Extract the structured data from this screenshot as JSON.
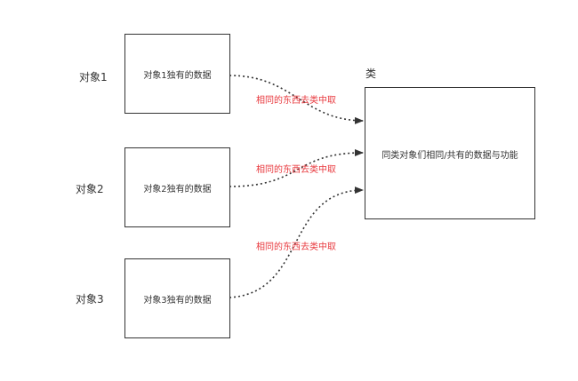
{
  "objects": [
    {
      "label": "对象1",
      "box_text": "对象1独有的数据"
    },
    {
      "label": "对象2",
      "box_text": "对象2独有的数据"
    },
    {
      "label": "对象3",
      "box_text": "对象3独有的数据"
    }
  ],
  "class_box": {
    "title": "类",
    "text": "同类对象们相同/共有的数据与功能"
  },
  "edges": [
    {
      "from": "对象1",
      "to": "类",
      "label": "相同的东西去类中取"
    },
    {
      "from": "对象2",
      "to": "类",
      "label": "相同的东西去类中取"
    },
    {
      "from": "对象3",
      "to": "类",
      "label": "相同的东西去类中取"
    }
  ],
  "colors": {
    "edge_label": "#e8383d",
    "stroke": "#333333"
  }
}
